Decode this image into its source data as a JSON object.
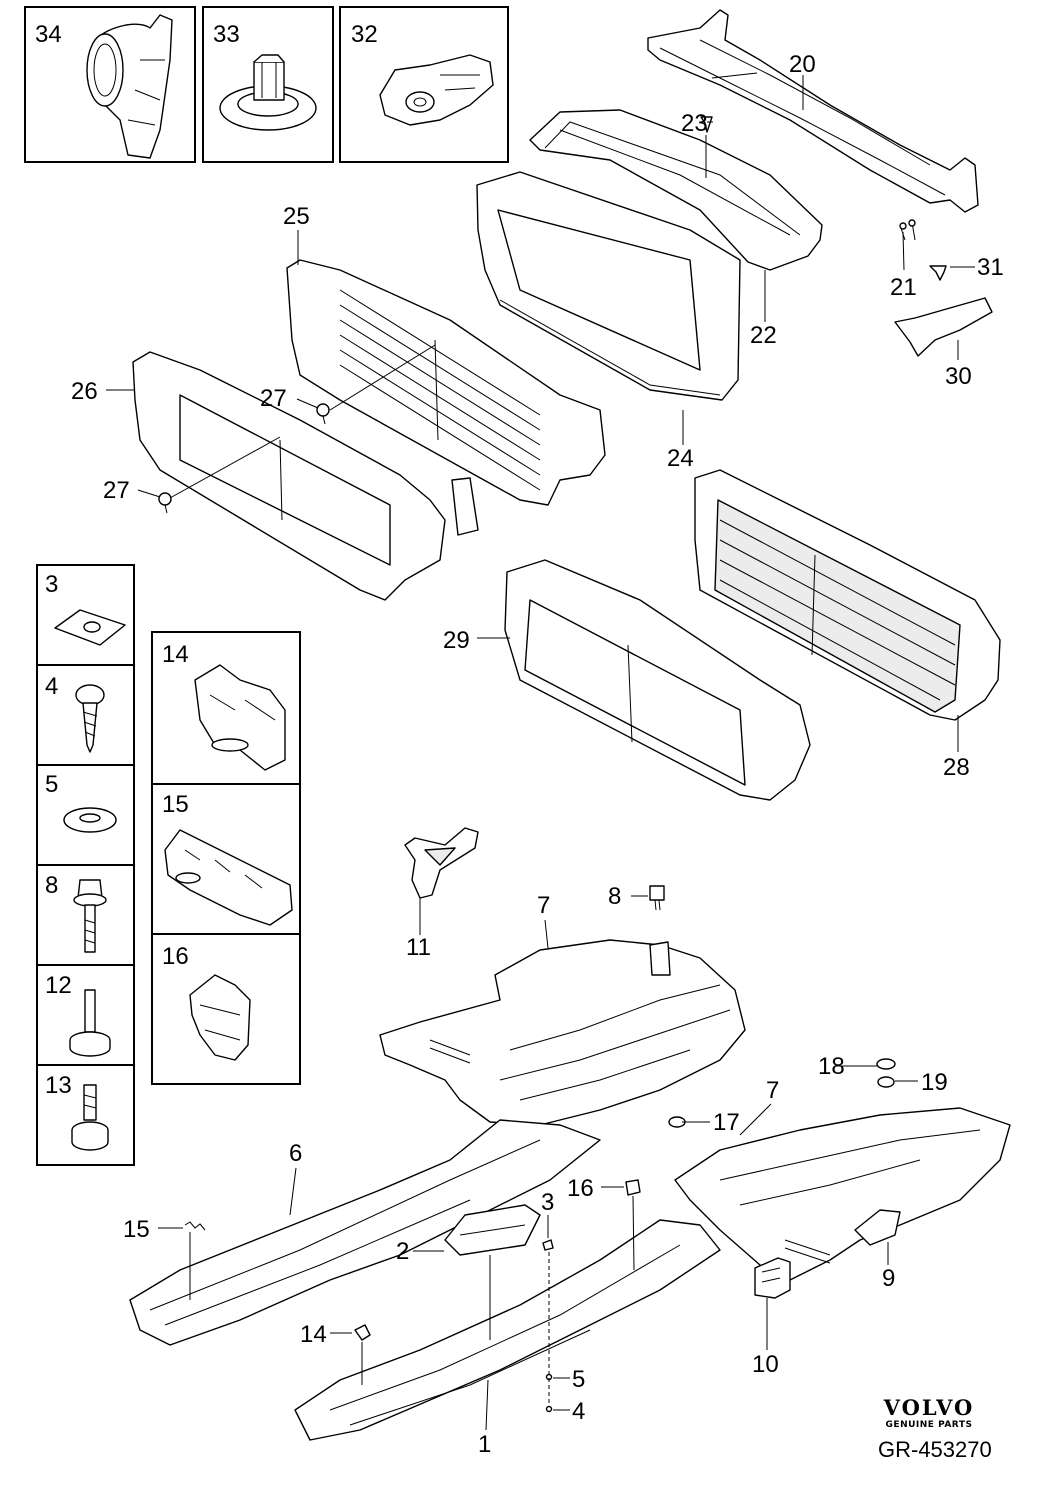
{
  "diagram": {
    "callouts": [
      {
        "id": "c1",
        "text": "1"
      },
      {
        "id": "c2",
        "text": "2"
      },
      {
        "id": "c3a",
        "text": "3"
      },
      {
        "id": "c3b",
        "text": "3"
      },
      {
        "id": "c4a",
        "text": "4"
      },
      {
        "id": "c4b",
        "text": "4"
      },
      {
        "id": "c5a",
        "text": "5"
      },
      {
        "id": "c5b",
        "text": "5"
      },
      {
        "id": "c6",
        "text": "6"
      },
      {
        "id": "c7a",
        "text": "7"
      },
      {
        "id": "c7b",
        "text": "7"
      },
      {
        "id": "c8a",
        "text": "8"
      },
      {
        "id": "c8b",
        "text": "8"
      },
      {
        "id": "c9",
        "text": "9"
      },
      {
        "id": "c10",
        "text": "10"
      },
      {
        "id": "c11",
        "text": "11"
      },
      {
        "id": "c12",
        "text": "12"
      },
      {
        "id": "c13",
        "text": "13"
      },
      {
        "id": "c14a",
        "text": "14"
      },
      {
        "id": "c14b",
        "text": "14"
      },
      {
        "id": "c15a",
        "text": "15"
      },
      {
        "id": "c15b",
        "text": "15"
      },
      {
        "id": "c16a",
        "text": "16"
      },
      {
        "id": "c16b",
        "text": "16"
      },
      {
        "id": "c17",
        "text": "17"
      },
      {
        "id": "c18",
        "text": "18"
      },
      {
        "id": "c19",
        "text": "19"
      },
      {
        "id": "c20",
        "text": "20"
      },
      {
        "id": "c21",
        "text": "21"
      },
      {
        "id": "c22",
        "text": "22"
      },
      {
        "id": "c23",
        "text": "23"
      },
      {
        "id": "c24",
        "text": "24"
      },
      {
        "id": "c25",
        "text": "25"
      },
      {
        "id": "c26",
        "text": "26"
      },
      {
        "id": "c27a",
        "text": "27"
      },
      {
        "id": "c27b",
        "text": "27"
      },
      {
        "id": "c28",
        "text": "28"
      },
      {
        "id": "c29",
        "text": "29"
      },
      {
        "id": "c30",
        "text": "30"
      },
      {
        "id": "c31",
        "text": "31"
      },
      {
        "id": "c32",
        "text": "32"
      },
      {
        "id": "c33",
        "text": "33"
      },
      {
        "id": "c34",
        "text": "34"
      }
    ]
  },
  "logo": {
    "brand": "VOLVO",
    "tagline": "GENUINE PARTS"
  },
  "reference": "GR-453270"
}
